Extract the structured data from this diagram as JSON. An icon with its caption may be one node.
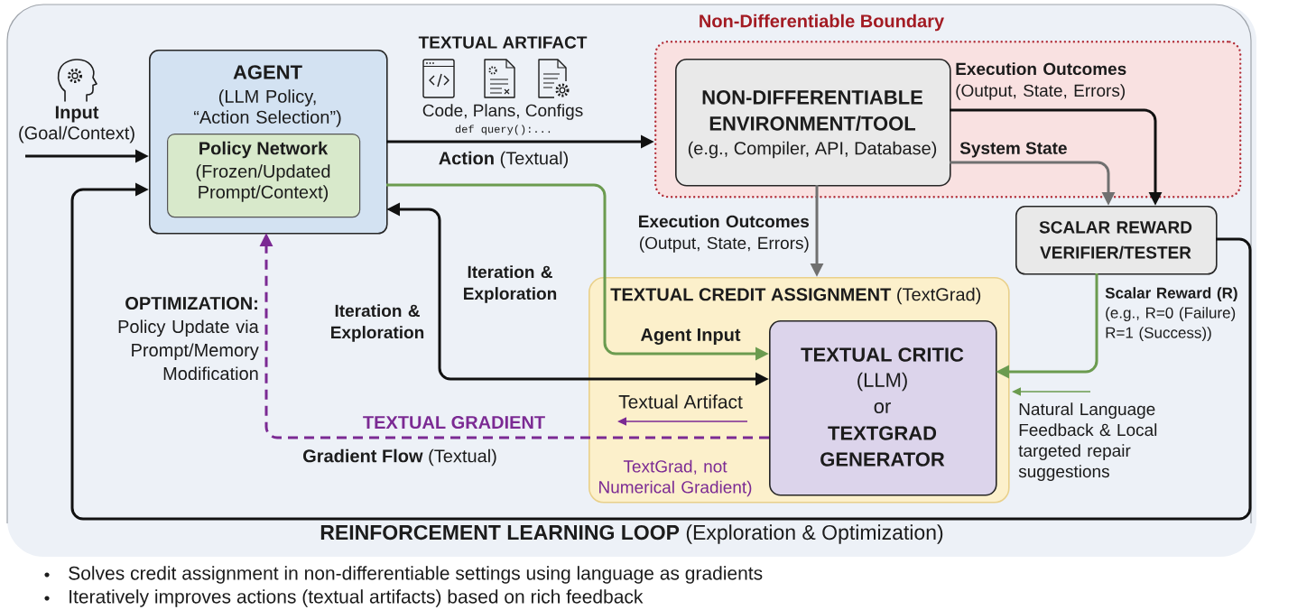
{
  "diagram": {
    "nodes": [
      {
        "text": [
          "AGENT",
          "(LLM Policy, “Action Selection”)"
        ]
      },
      {
        "text": [
          "Policy Network",
          "(Frozen/Updated Prompt/Context)"
        ],
        "in": 0
      },
      {
        "text": [
          "Non-Differentiable Boundary"
        ]
      },
      {
        "text": [
          "NON-DIFFERENTIABLE ENVIRONMENT/TOOL",
          "(e.g., Compiler, API, Database)"
        ],
        "in": 2
      },
      {
        "text": [
          "SCALAR REWARD VERIFIER/TESTER"
        ]
      },
      {
        "text": [
          "**TEXTUAL CREDIT ASSIGNMENT** (TextGrad)"
        ]
      },
      {
        "text": [
          "TEXTUAL CRITIC",
          "(LLM)",
          "or",
          "TEXTGRAD GENERATOR"
        ],
        "in": 5
      }
    ],
    "edges": [
      {
        "from": null,
        "to": 0,
        "arrow": "to",
        "label": "**Input** (Goal/Context)"
      },
      {
        "from": 0,
        "to": 2,
        "arrow": "to",
        "label": "**Action** (Textual)"
      },
      {
        "from": 3,
        "to": 4,
        "arrow": "to",
        "label": "**Execution Outcomes** (Output, State, Errors)"
      },
      {
        "from": 3,
        "to": 4,
        "arrow": "to",
        "label": "System State",
        "color": "#707070"
      },
      {
        "from": 3,
        "to": 5,
        "arrow": "to",
        "label": "**Execution Outcomes** (Output, State, Errors)",
        "color": "#707070"
      },
      {
        "from": 0,
        "to": 6,
        "arrow": "to",
        "label": "Agent Input",
        "color": "#6b9b4f"
      },
      {
        "from": 0,
        "to": 6,
        "arrow": "both",
        "label": "Iteration & Exploration"
      },
      {
        "from": 6,
        "to": 0,
        "arrow": "to",
        "label": "TEXTUAL GRADIENT",
        "style": "dashed",
        "color": "#7b2a93"
      },
      {
        "from": 4,
        "to": 6,
        "arrow": "to",
        "label": "**Scalar Reward (R)** (e.g., R=0 (Failure) R=1 (Success))",
        "color": "#6b9b4f"
      },
      {
        "from": 4,
        "to": 0,
        "arrow": "to",
        "label": "**REINFORCEMENT LEARNING LOOP** (Exploration & Optimization)"
      }
    ],
    "labels": [
      "TEXTUAL ARTIFACT",
      "Code, Plans, Configs",
      "def query():...",
      "Iteration & Exploration",
      "**OPTIMIZATION:** Policy Update via Prompt/Memory Modification",
      "Textual Artifact",
      "**Gradient Flow** (Textual)",
      "TextGrad, not Numerical Gradient)",
      "Natural Language Feedback & Local targeted repair suggestions",
      "Solves credit assignment in non-differentiable settings using language as gradients",
      "Iteratively improves actions (textual artifacts) based on rich feedback"
    ]
  }
}
